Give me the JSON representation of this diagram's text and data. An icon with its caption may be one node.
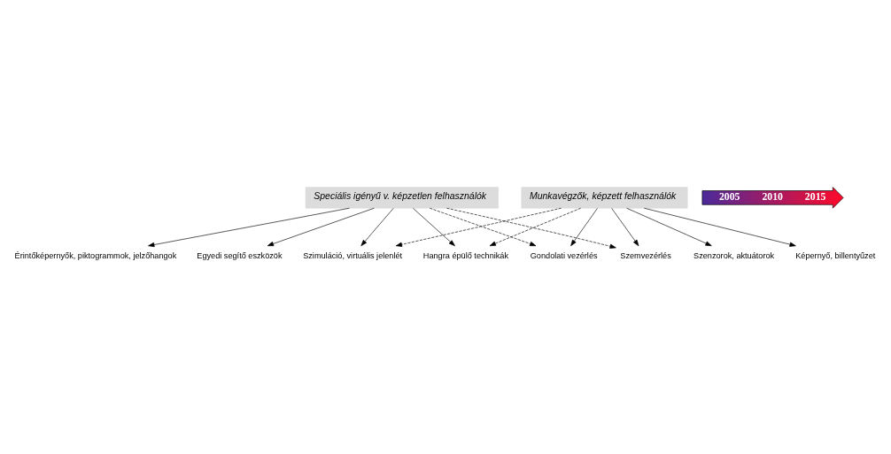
{
  "diagram": {
    "nodes": [
      {
        "text": [
          "Munkavégzők, képzett felhasználók"
        ]
      },
      {
        "text": [
          "Gondolati vezérlés"
        ]
      },
      {
        "text": [
          "Szemvezérlés"
        ]
      },
      {
        "text": [
          "Szenzorok, aktuátorok"
        ]
      },
      {
        "text": [
          "Képernyő, billentyűzet"
        ]
      },
      {
        "text": [
          "Szimuláció, virtuális jelenlét"
        ]
      },
      {
        "text": [
          "Hangra épülő technikák"
        ]
      },
      {
        "text": [
          "Érintőképernyők, piktogrammok, jelzőhangok"
        ]
      },
      {
        "text": [
          "Egyedi segítő eszközök"
        ]
      },
      {
        "text": [
          "Speciális igényű v. képzetlen felhasználók"
        ]
      },
      {
        "text": [
          "2005",
          "2010",
          "2015"
        ]
      }
    ],
    "edges": [
      {
        "from": 0,
        "to": 1,
        "arrow": "to"
      },
      {
        "from": 0,
        "to": 2,
        "arrow": "to"
      },
      {
        "from": 0,
        "to": 3,
        "arrow": "to"
      },
      {
        "from": 0,
        "to": 4,
        "arrow": "to"
      },
      {
        "from": 0,
        "to": 6,
        "arrow": "to",
        "style": "dashed"
      },
      {
        "from": 0,
        "to": 5,
        "arrow": "to",
        "style": "dashed"
      },
      {
        "from": 9,
        "to": 2,
        "arrow": "to",
        "style": "dashed"
      },
      {
        "from": 9,
        "to": 1,
        "arrow": "to",
        "style": "dashed"
      },
      {
        "from": 9,
        "to": 8,
        "arrow": "to"
      },
      {
        "from": 9,
        "to": 5,
        "arrow": "to"
      },
      {
        "from": 9,
        "to": 6,
        "arrow": "to"
      },
      {
        "from": 9,
        "to": 7,
        "arrow": "to"
      }
    ]
  }
}
